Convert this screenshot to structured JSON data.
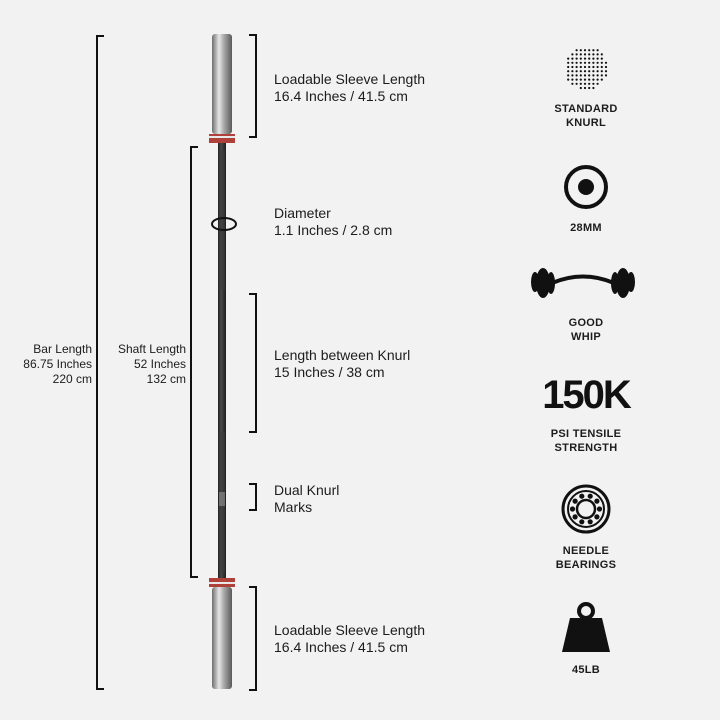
{
  "side_labels": {
    "bar_length": [
      "Bar Length",
      "86.75 Inches",
      "220 cm"
    ],
    "shaft_length": [
      "Shaft Length",
      "52 Inches",
      "132 cm"
    ]
  },
  "callouts": {
    "sleeve_top": [
      "Loadable Sleeve Length",
      "16.4 Inches / 41.5 cm"
    ],
    "diameter": [
      "Diameter",
      "1.1 Inches / 2.8 cm"
    ],
    "knurl_gap": [
      "Length between Knurl",
      "15 Inches / 38 cm"
    ],
    "dual_marks": [
      "Dual Knurl",
      "Marks"
    ],
    "sleeve_bottom": [
      "Loadable Sleeve Length",
      "16.4 Inches / 41.5 cm"
    ]
  },
  "features": [
    {
      "icon": "knurl-pattern-icon",
      "caption": [
        "STANDARD",
        "KNURL"
      ]
    },
    {
      "icon": "target-diameter-icon",
      "caption": [
        "28MM"
      ]
    },
    {
      "icon": "bent-barbell-icon",
      "caption": [
        "GOOD",
        "WHIP"
      ]
    },
    {
      "icon": "none",
      "stat": "150K",
      "caption": [
        "PSI TENSILE",
        "STRENGTH"
      ]
    },
    {
      "icon": "needle-bearing-icon",
      "caption": [
        "NEEDLE",
        "BEARINGS"
      ]
    },
    {
      "icon": "kettle-weight-icon",
      "caption": [
        "45LB"
      ]
    }
  ],
  "colors": {
    "background": "#f2f2f2",
    "shaft": "#3a3a3a",
    "sleeve_chrome": "#b5b5b5",
    "collar_red": "#b0413a",
    "ink": "#111111"
  }
}
